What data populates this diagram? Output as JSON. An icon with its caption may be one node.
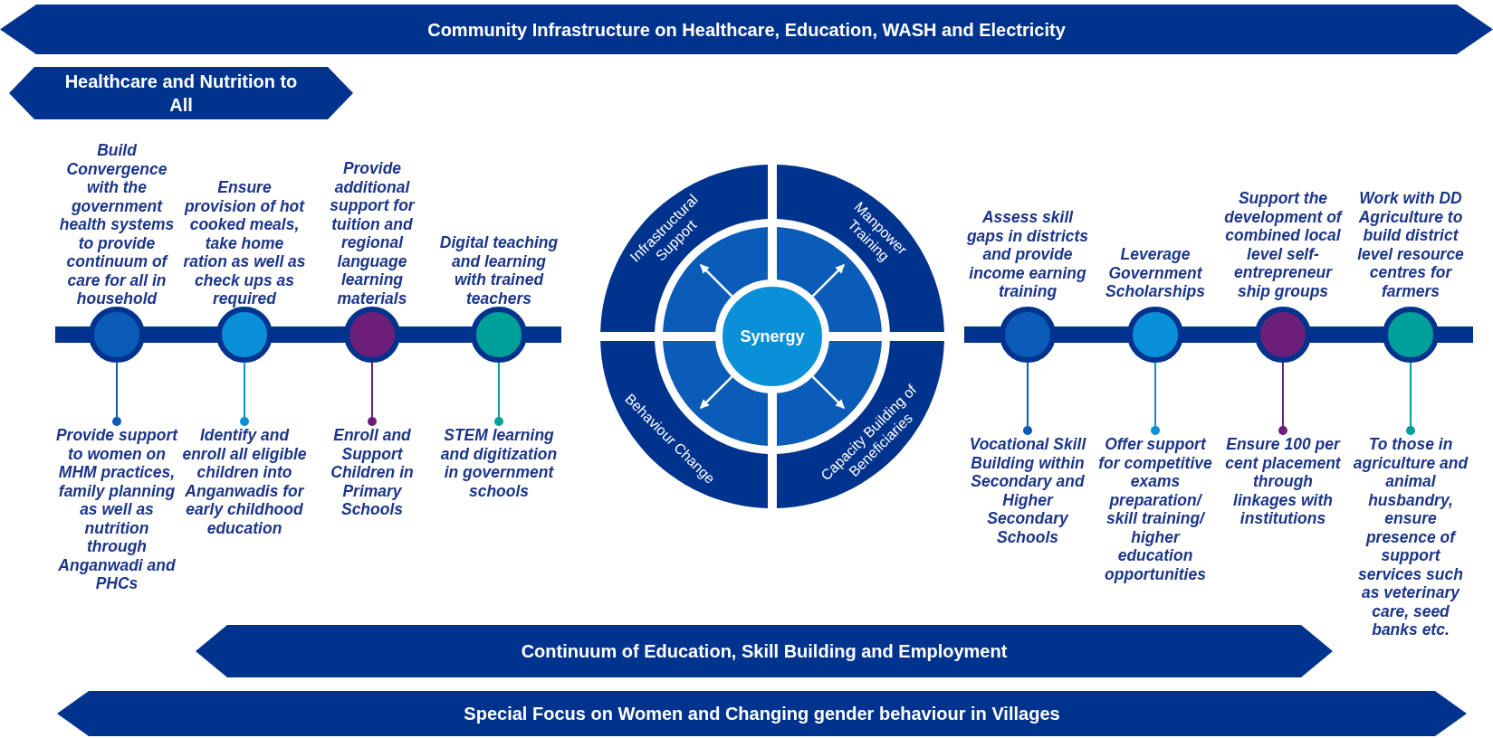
{
  "diagram": {
    "nodes": [
      {
        "text": [
          "Community Infrastructure on Healthcare, Education, WASH and Electricity"
        ]
      },
      {
        "text": [
          "Healthcare and Nutrition to All"
        ]
      },
      {
        "text": [],
        "shape": "circle",
        "beside": [
          "Build Convergence with the government health systems to provide continuum of care for all in household"
        ]
      },
      {
        "text": [],
        "shape": "circle",
        "beside": [
          "Ensure provision of hot cooked meals, take home ration as well as check ups as required"
        ]
      },
      {
        "text": [],
        "shape": "circle",
        "beside": [
          "Provide additional support for tuition and regional language learning materials"
        ]
      },
      {
        "text": [],
        "shape": "circle",
        "beside": [
          "Digital teaching and learning with trained teachers"
        ]
      },
      {
        "text": [
          "Infrastructural Support"
        ]
      },
      {
        "text": [
          "Manpower Training"
        ]
      },
      {
        "text": [
          "Behaviour Change"
        ]
      },
      {
        "text": [
          "Capacity Building of Beneficiaries"
        ]
      },
      {
        "text": [
          "Synergy"
        ]
      },
      {
        "text": [],
        "shape": "circle",
        "beside": [
          "Assess skill gaps in districts and provide income earning training"
        ]
      },
      {
        "text": [],
        "shape": "circle",
        "beside": [
          "Leverage Government Scholarships"
        ]
      },
      {
        "text": [],
        "shape": "circle",
        "beside": [
          "Support the development of combined local level self-entrepreneur ship groups"
        ]
      },
      {
        "text": [],
        "shape": "circle",
        "beside": [
          "Work with DD Agriculture to build district level resource centres for farmers"
        ]
      },
      {
        "text": [
          "Continuum of Education, Skill Building and Employment"
        ]
      },
      {
        "text": [
          "Special Focus on Women and Changing gender behaviour in Villages"
        ]
      },
      {
        "text": [
          "Provide support to women on MHM practices, family planning as well as nutrition through Anganwadi and PHCs"
        ]
      },
      {
        "text": [
          "Identify and enroll all eligible children into Anganwadis for early childhood education"
        ]
      },
      {
        "text": [
          "Enroll and Support Children in Primary Schools"
        ]
      },
      {
        "text": [
          "STEM learning and digitization in government schools"
        ]
      },
      {
        "text": [
          "Vocational Skill Building within Secondary and Higher Secondary Schools"
        ]
      },
      {
        "text": [
          "Offer support for competitive exams preparation/ skill training/ higher education opportunities"
        ]
      },
      {
        "text": [
          "Ensure 100 per cent placement through linkages with institutions"
        ]
      },
      {
        "text": [
          "To those in agriculture and animal husbandry, ensure presence of support services such as veterinary care, seed banks etc."
        ]
      }
    ],
    "edges": [
      {
        "from": 10,
        "to": null,
        "arrow": "to"
      },
      {
        "from": 10,
        "to": null,
        "arrow": "to"
      },
      {
        "from": 10,
        "to": null,
        "arrow": "to"
      },
      {
        "from": 10,
        "to": null,
        "arrow": "to"
      },
      {
        "from": 2,
        "to": 17,
        "arrow": "other",
        "color": "#0a5cb8"
      },
      {
        "from": 3,
        "to": 18,
        "arrow": "other",
        "color": "#0a90d8"
      },
      {
        "from": 4,
        "to": 19,
        "arrow": "other",
        "color": "#6b1f78"
      },
      {
        "from": 5,
        "to": 20,
        "arrow": "other",
        "color": "#00a09a"
      },
      {
        "from": 11,
        "to": 21,
        "arrow": "other",
        "color": "#0a5cb8"
      },
      {
        "from": 12,
        "to": 22,
        "arrow": "other",
        "color": "#0a90d8"
      },
      {
        "from": 13,
        "to": 23,
        "arrow": "other",
        "color": "#6b1f78"
      },
      {
        "from": 14,
        "to": 24,
        "arrow": "other",
        "color": "#00a09a"
      }
    ]
  }
}
